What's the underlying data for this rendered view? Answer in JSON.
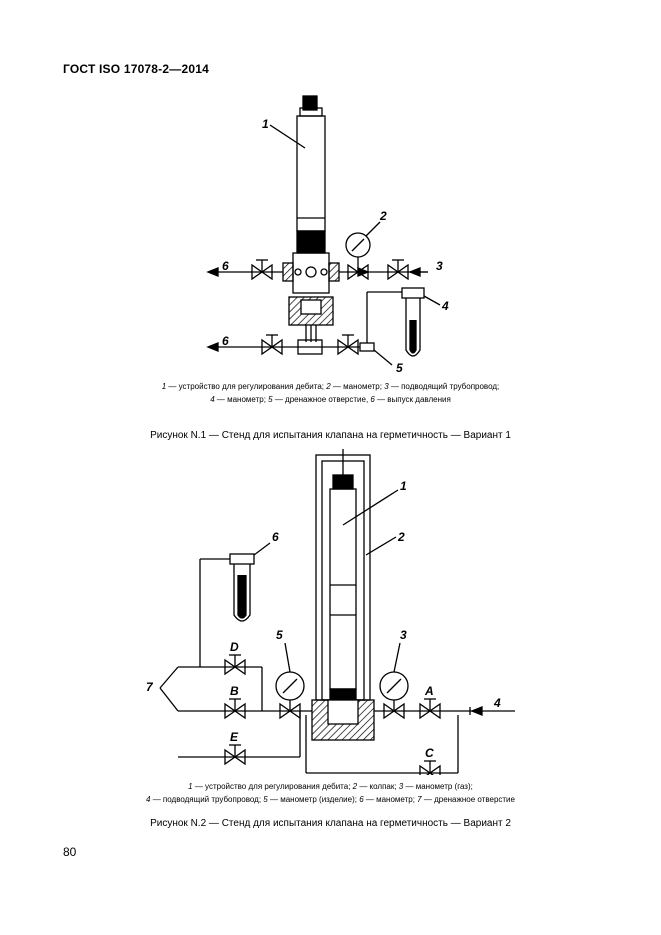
{
  "header": {
    "doc_id": "ГОСТ ISO 17078-2—2014"
  },
  "figure1": {
    "labels": {
      "l1": "1",
      "l2": "2",
      "l3": "3",
      "l4": "4",
      "l5": "5",
      "l6a": "6",
      "l6b": "6"
    },
    "legend": {
      "line1": {
        "n1": "1",
        "t1": " — устройство для регулирования дебита; ",
        "n2": "2",
        "t2": " — манометр; ",
        "n3": "3",
        "t3": " — подводящий трубопровод;"
      },
      "line2": {
        "n4": "4",
        "t4": " — манометр; ",
        "n5": "5",
        "t5": " — дренажное отверстие, ",
        "n6": "6",
        "t6": " — выпуск давления"
      }
    },
    "caption": "Рисунок N.1 — Стенд для испытания клапана на герметичность — Вариант 1"
  },
  "figure2": {
    "labels": {
      "l1": "1",
      "l2": "2",
      "l3": "3",
      "l4": "4",
      "l5": "5",
      "l6": "6",
      "l7": "7",
      "A": "A",
      "B": "B",
      "C": "C",
      "D": "D",
      "E": "E"
    },
    "legend": {
      "line1": {
        "n1": "1",
        "t1": " — устройство для регулирования дебита; ",
        "n2": "2",
        "t2": " — колпак; ",
        "n3": "3",
        "t3": " — манометр (газ);"
      },
      "line2": {
        "n4": "4",
        "t4": " — подводящий трубопровод; ",
        "n5": "5",
        "t5": " — манометр (изделие); ",
        "n6": "6",
        "t6": " — манометр; ",
        "n7": "7",
        "t7": " — дренажное отверстие"
      }
    },
    "caption": "Рисунок N.2 — Стенд для испытания клапана на герметичность — Вариант 2"
  },
  "page_number": "80"
}
